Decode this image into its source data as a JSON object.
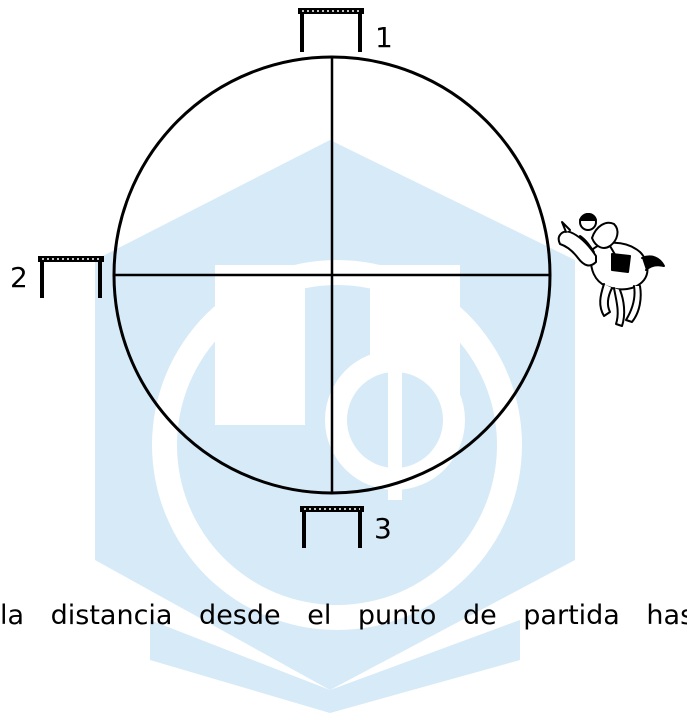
{
  "diagram": {
    "hurdles": [
      {
        "label": "1"
      },
      {
        "label": "2"
      },
      {
        "label": "3"
      }
    ],
    "caption": "la distancia desde el punto de partida hasta"
  },
  "colors": {
    "watermark": "#d6eaf8",
    "ink": "#000000"
  },
  "icons": [
    "horse-rider-icon",
    "hurdle-icon",
    "watermark-logo"
  ]
}
